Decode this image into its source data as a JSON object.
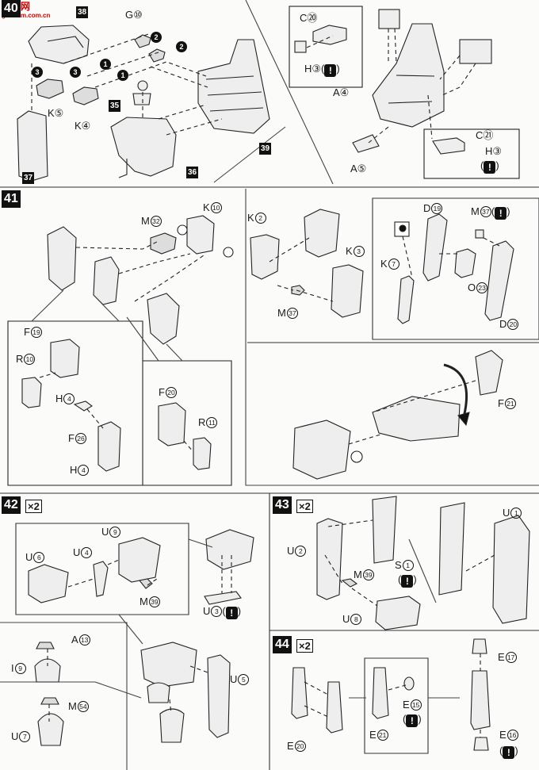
{
  "watermark": {
    "brand": "高达网",
    "url": "gundam.com.cn"
  },
  "step40": {
    "number": "40",
    "sub_steps": [
      "38",
      "35",
      "39",
      "36",
      "37"
    ],
    "labels": {
      "g10": "G",
      "k5": "K",
      "k4": "K",
      "c20": "C",
      "h3a": "H",
      "a4": "A",
      "a5": "A",
      "c21": "C",
      "h3b": "H"
    },
    "nums": {
      "g10": "⑩",
      "k5": "⑤",
      "k4": "④",
      "c20": "⑳",
      "h3a": "③",
      "a4": "④",
      "a5": "⑤",
      "c21": "㉑",
      "h3b": "③"
    },
    "order": [
      "1",
      "2",
      "3"
    ]
  },
  "step41": {
    "number": "41",
    "labels": {
      "m32": "M",
      "k10": "K",
      "f19": "F",
      "r10": "R",
      "h4a": "H",
      "f26": "F",
      "h4b": "H",
      "f20": "F",
      "r11": "R",
      "k2": "K",
      "k3": "K",
      "m37a": "M",
      "d19": "D",
      "m37b": "M",
      "k7": "K",
      "o23": "O",
      "d20": "D",
      "f21": "F"
    },
    "nums": {
      "m32": "32",
      "k10": "10",
      "f19": "19",
      "r10": "10",
      "h4a": "4",
      "f26": "26",
      "h4b": "4",
      "f20": "20",
      "r11": "11",
      "k2": "2",
      "k3": "3",
      "m37a": "37",
      "d19": "19",
      "m37b": "37",
      "k7": "7",
      "o23": "23",
      "d20": "20",
      "f21": "21"
    }
  },
  "step42": {
    "number": "42",
    "multiplier": "×2",
    "labels": {
      "u9": "U",
      "u4": "U",
      "u6": "U",
      "m39": "M",
      "u3": "U",
      "a13": "A",
      "i9": "I",
      "u5": "U",
      "m54": "M",
      "u7": "U"
    },
    "nums": {
      "u9": "9",
      "u4": "4",
      "u6": "6",
      "m39": "39",
      "u3": "3",
      "a13": "13",
      "i9": "9",
      "u5": "5",
      "m54": "54",
      "u7": "7"
    }
  },
  "step43": {
    "number": "43",
    "multiplier": "×2",
    "labels": {
      "u2": "U",
      "m39": "M",
      "s1": "S",
      "u8": "U",
      "u1": "U"
    },
    "nums": {
      "u2": "2",
      "m39": "39",
      "s1": "1",
      "u8": "8",
      "u1": "1"
    }
  },
  "step44": {
    "number": "44",
    "multiplier": "×2",
    "labels": {
      "e20": "E",
      "e21": "E",
      "e15": "E",
      "e17": "E",
      "e16": "E"
    },
    "nums": {
      "e20": "20",
      "e21": "21",
      "e15": "15",
      "e17": "17",
      "e16": "16"
    }
  },
  "caution_symbol": "!"
}
